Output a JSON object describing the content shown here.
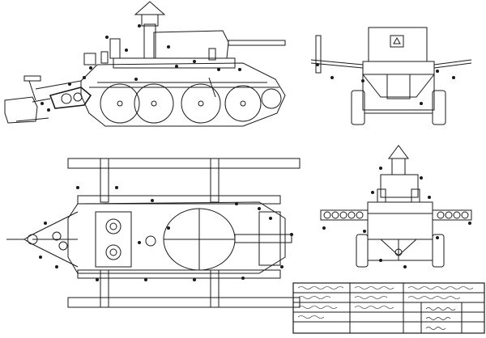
{
  "drawing": {
    "background": "#ffffff",
    "ink": "#1a1a1a",
    "views": [
      "side-elevation",
      "front-elevation",
      "plan-view",
      "rear-elevation"
    ]
  },
  "title_block": {
    "text_legible": false
  }
}
